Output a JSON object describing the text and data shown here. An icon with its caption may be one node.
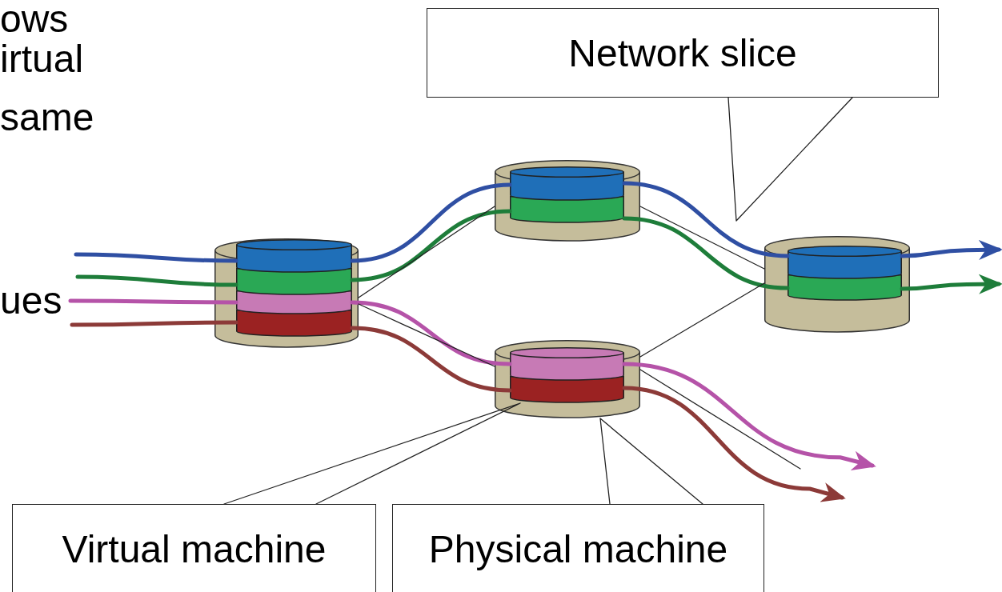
{
  "diagram": {
    "nodes": [
      {
        "text": [
          "Network slice"
        ]
      },
      {
        "text": [],
        "shape": "cylinder"
      },
      {
        "text": [],
        "shape": "cylinder",
        "in": 1
      },
      {
        "text": [],
        "shape": "cylinder",
        "in": 1
      },
      {
        "text": [],
        "shape": "cylinder",
        "in": 1
      },
      {
        "text": [],
        "shape": "cylinder",
        "in": 1
      },
      {
        "text": [],
        "shape": "cylinder"
      },
      {
        "text": [],
        "shape": "cylinder",
        "in": 6
      },
      {
        "text": [],
        "shape": "cylinder",
        "in": 6
      },
      {
        "text": [],
        "shape": "cylinder"
      },
      {
        "text": [],
        "shape": "cylinder",
        "in": 9
      },
      {
        "text": [],
        "shape": "cylinder",
        "in": 9
      },
      {
        "text": [],
        "shape": "cylinder"
      },
      {
        "text": [],
        "shape": "cylinder",
        "in": 12
      },
      {
        "text": [],
        "shape": "cylinder",
        "in": 12
      },
      {
        "text": [
          "Virtual machine"
        ]
      },
      {
        "text": [
          "Physical machine"
        ]
      }
    ],
    "edges": [
      {
        "from": null,
        "to": 2,
        "arrow": "none",
        "color": "#2f4fa3"
      },
      {
        "from": 2,
        "to": 7,
        "arrow": "none",
        "color": "#2f4fa3"
      },
      {
        "from": 7,
        "to": 10,
        "arrow": "none",
        "color": "#2f4fa3"
      },
      {
        "from": 10,
        "to": null,
        "arrow": "to",
        "color": "#2f4fa3"
      },
      {
        "from": null,
        "to": 3,
        "arrow": "none",
        "color": "#1e7d3a"
      },
      {
        "from": 3,
        "to": 8,
        "arrow": "none",
        "color": "#1e7d3a"
      },
      {
        "from": 8,
        "to": 11,
        "arrow": "none",
        "color": "#1e7d3a"
      },
      {
        "from": 11,
        "to": null,
        "arrow": "to",
        "color": "#1e7d3a"
      },
      {
        "from": null,
        "to": 4,
        "arrow": "none",
        "color": "#b553a8"
      },
      {
        "from": 4,
        "to": 13,
        "arrow": "none",
        "color": "#b553a8"
      },
      {
        "from": 13,
        "to": null,
        "arrow": "to",
        "color": "#b553a8"
      },
      {
        "from": null,
        "to": 5,
        "arrow": "none",
        "color": "#8c3a38"
      },
      {
        "from": 5,
        "to": 14,
        "arrow": "none",
        "color": "#8c3a38"
      },
      {
        "from": 14,
        "to": null,
        "arrow": "to",
        "color": "#8c3a38"
      },
      {
        "from": 1,
        "to": 6,
        "arrow": "none"
      },
      {
        "from": 1,
        "to": 12,
        "arrow": "none"
      },
      {
        "from": 6,
        "to": 9,
        "arrow": "none"
      },
      {
        "from": 12,
        "to": 9,
        "arrow": "none"
      },
      {
        "from": 12,
        "to": null,
        "arrow": "none"
      },
      {
        "from": 0,
        "to": null,
        "arrow": "none"
      },
      {
        "from": 15,
        "to": 14,
        "arrow": "none"
      },
      {
        "from": 16,
        "to": 12,
        "arrow": "none"
      }
    ],
    "labels": [
      "ows",
      "irtual",
      "same",
      "ues"
    ]
  }
}
